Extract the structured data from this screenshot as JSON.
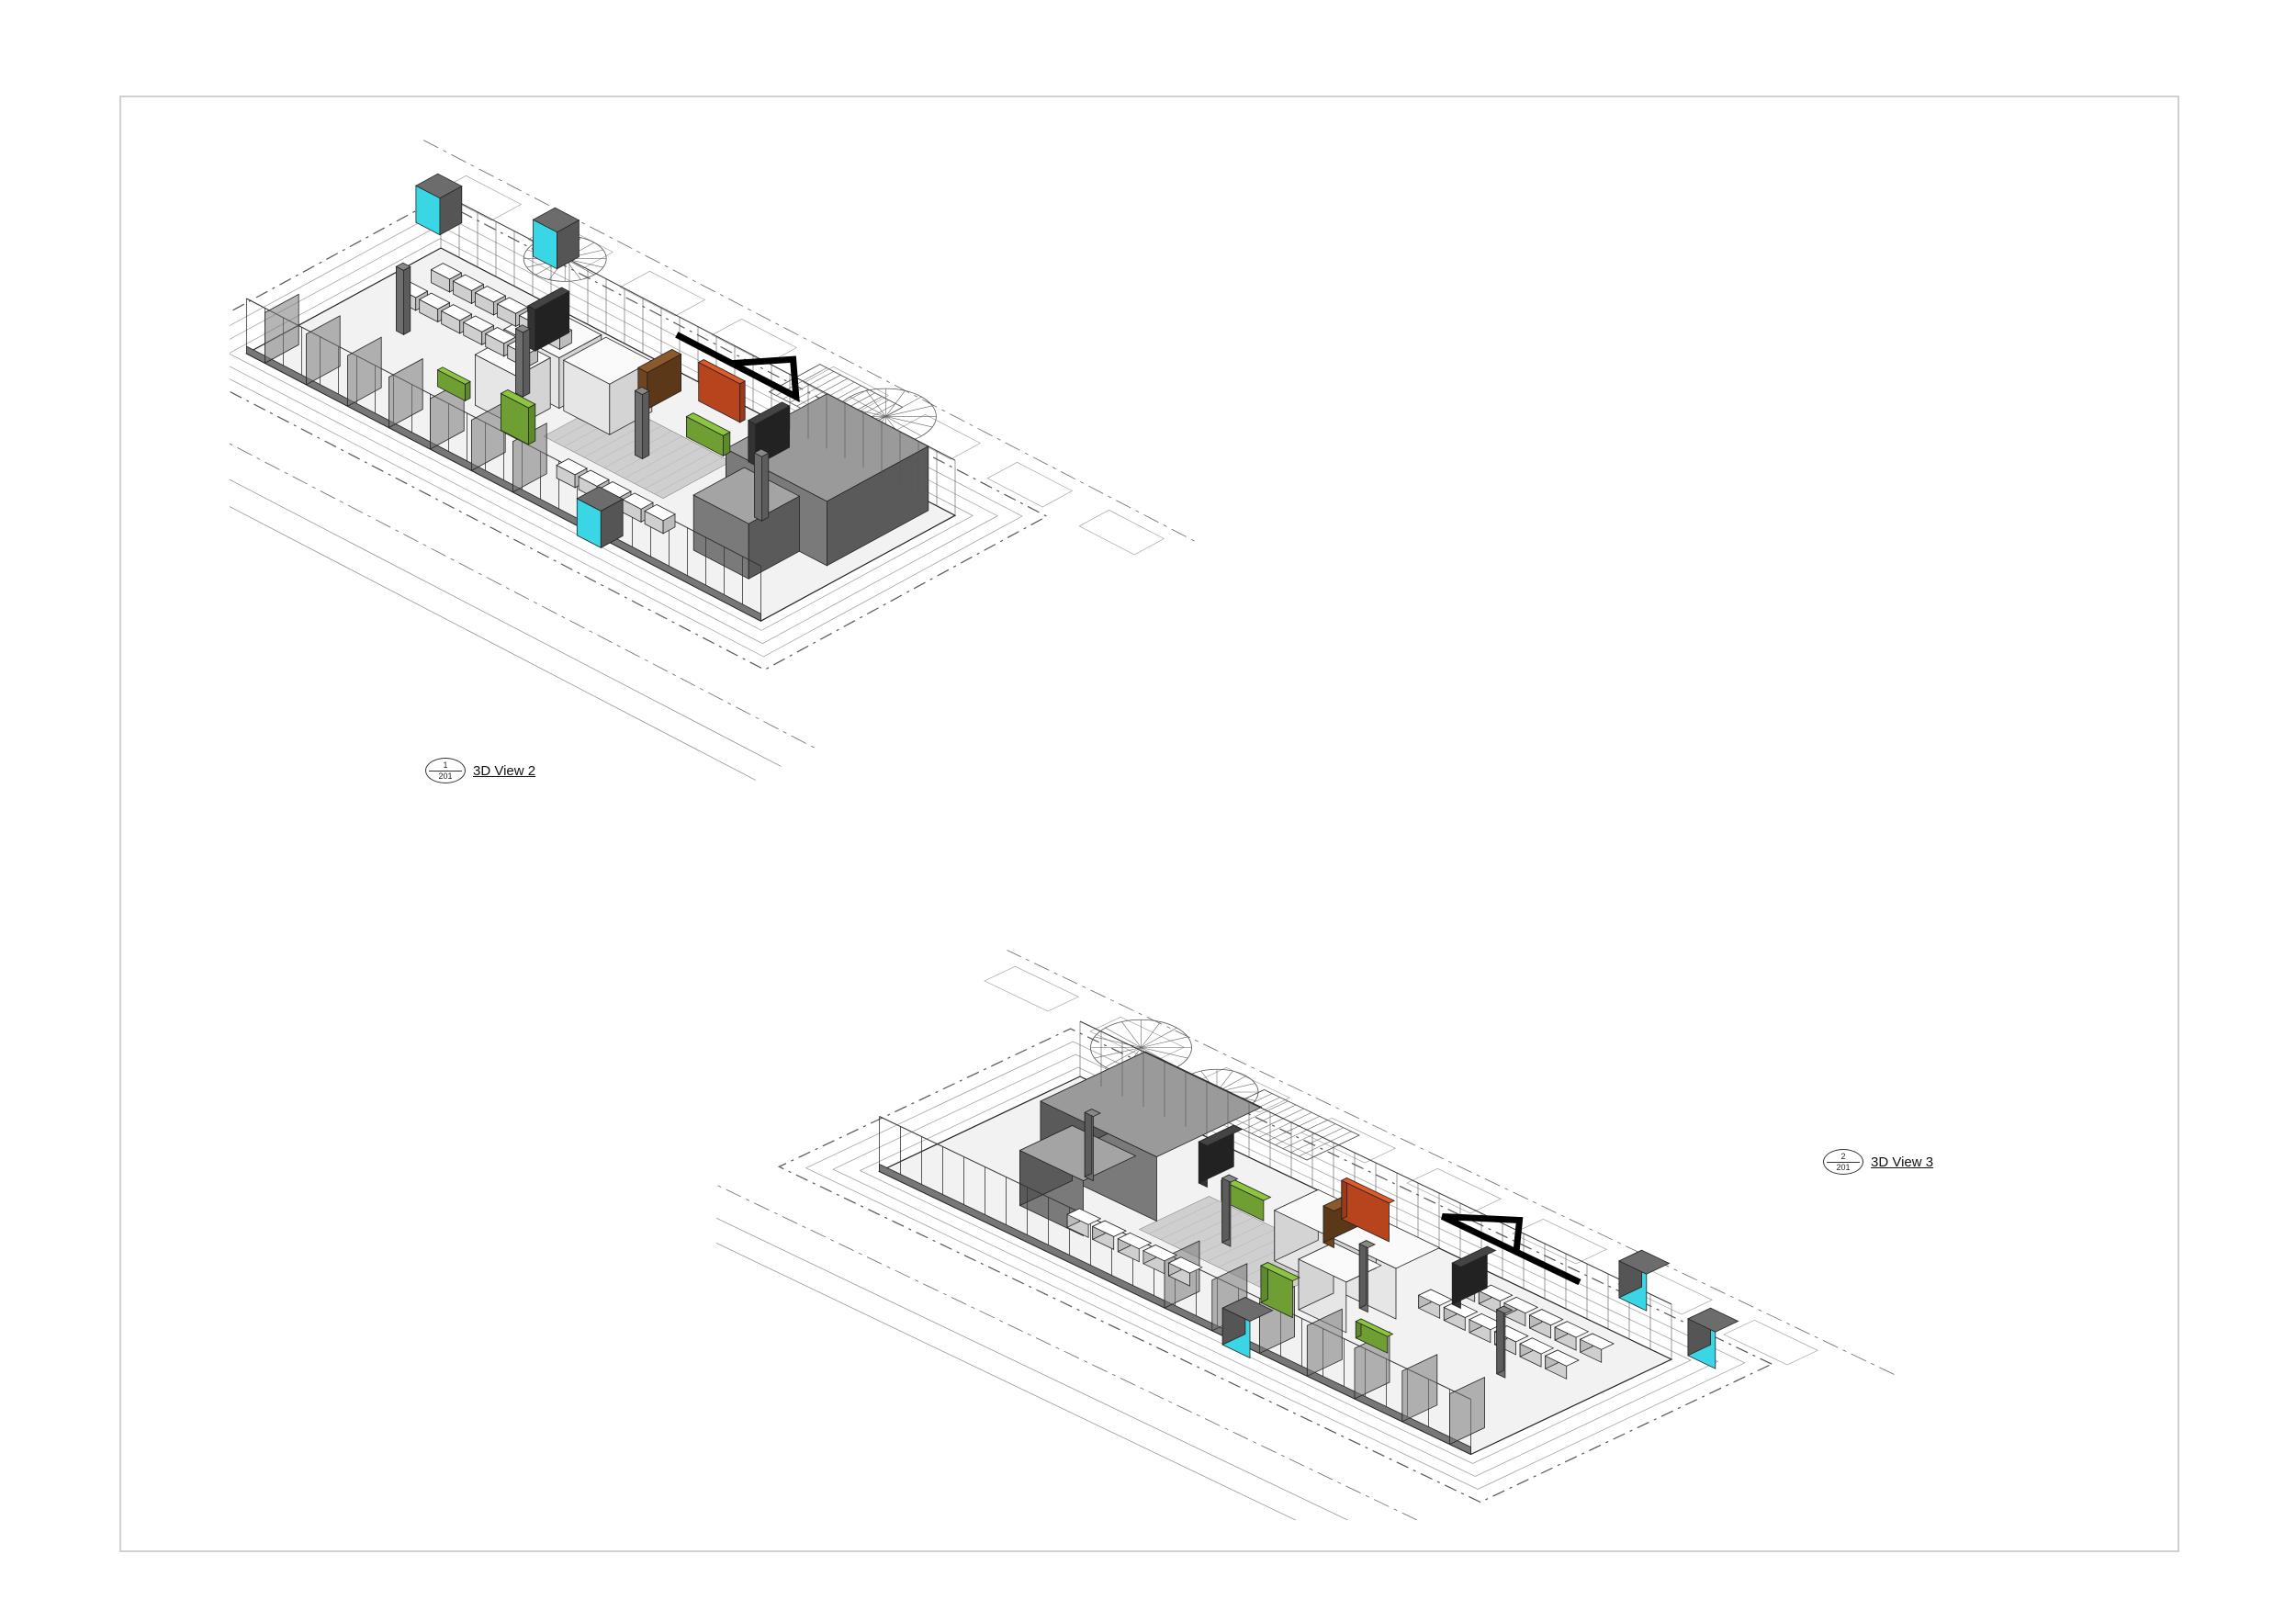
{
  "views": [
    {
      "number": "1",
      "sheet": "201",
      "title": "3D View 2"
    },
    {
      "number": "2",
      "sheet": "201",
      "title": "3D View 3"
    }
  ],
  "colors": {
    "partition": "#7a7a7a",
    "partition_dark": "#5a5a5a",
    "glass_pod": "#3ad6e6",
    "accent_green": "#8cc63f",
    "accent_orange": "#e05a2a",
    "wood": "#8b5a2b",
    "linework": "#333333"
  }
}
